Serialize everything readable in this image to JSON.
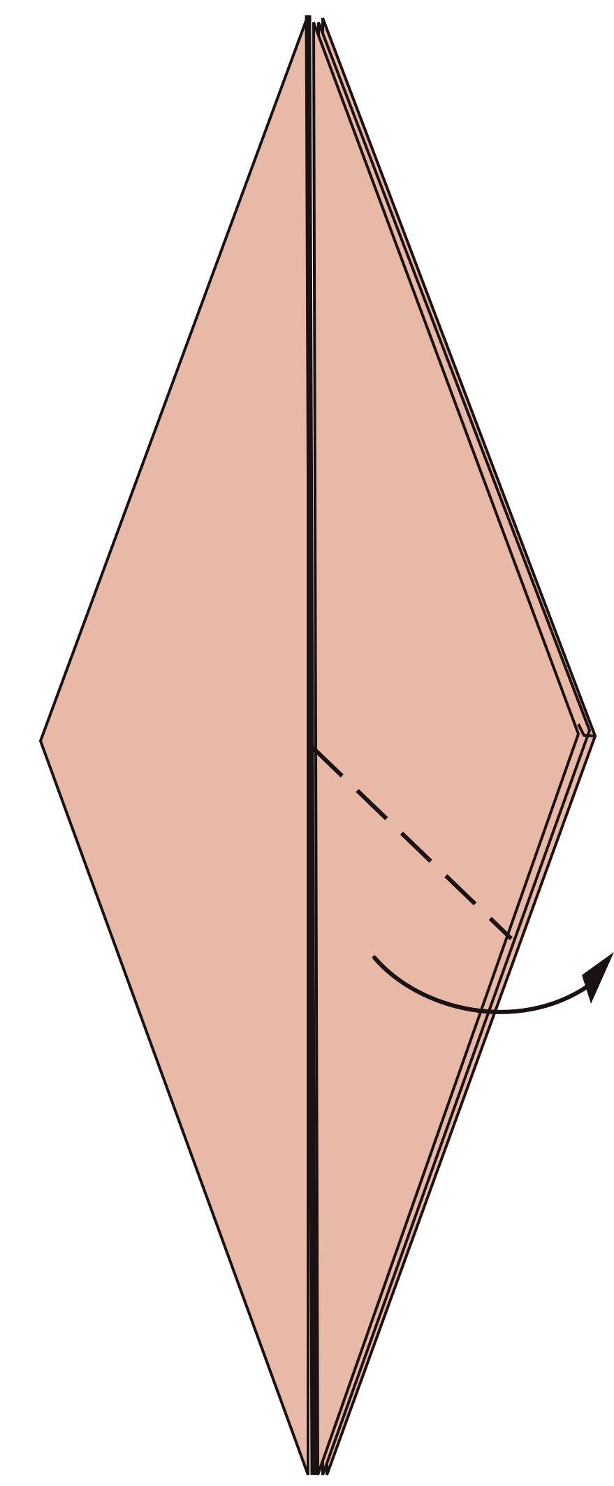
{
  "figure": {
    "subject": "origami-fold-step",
    "paper_color": "#e8b9a6",
    "line_color": "#1a1212",
    "background_color": "#ffffff"
  },
  "annotations": {
    "fold_line_style": "dashed",
    "arrow_icon": "curved-arrow-right",
    "arrow_direction": "fold-outward-right"
  }
}
